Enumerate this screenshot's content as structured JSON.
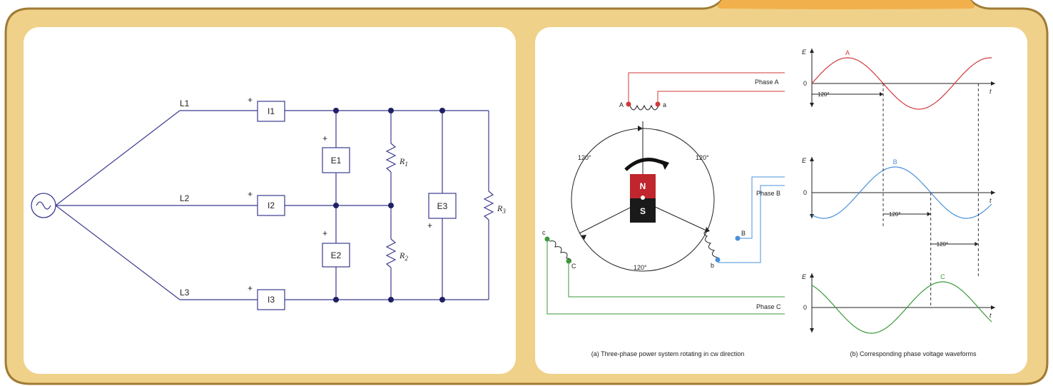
{
  "colors": {
    "frame_fill": "#efd189",
    "frame_stroke": "#a07b34",
    "tab_fill": "#f1b04b",
    "circuit_line": "#3b3b8f",
    "node": "#1f1f66",
    "phase_a": "#d0393a",
    "phase_b": "#4a90d9",
    "phase_c": "#3a9a3a",
    "magnet_north": "#c0262d",
    "magnet_south": "#1a1a1a"
  },
  "left_diagram": {
    "source_icon": "ac-source-icon",
    "lines": [
      "L1",
      "L2",
      "L3"
    ],
    "ammeters": [
      "I1",
      "I2",
      "I3"
    ],
    "voltmeters": [
      "E1",
      "E2",
      "E3"
    ],
    "plus_sign": "+",
    "resistors": [
      {
        "name": "R",
        "sub": "1"
      },
      {
        "name": "R",
        "sub": "2"
      },
      {
        "name": "R",
        "sub": "3"
      }
    ]
  },
  "generator": {
    "phase_labels": [
      "Phase A",
      "Phase B",
      "Phase C"
    ],
    "terminal_labels": {
      "A": "A",
      "a": "a",
      "B": "B",
      "b": "b",
      "C": "C",
      "c": "c"
    },
    "angle_labels": [
      "120°",
      "120°",
      "120°"
    ],
    "magnet": {
      "north": "N",
      "south": "S"
    },
    "caption": "(a) Three-phase power system rotating in cw direction"
  },
  "waveforms": {
    "y_axis_label": "E",
    "x_axis_label": "t",
    "zero_label": "0",
    "phase_shift_label": "120°",
    "series": [
      {
        "name": "A",
        "phase_deg": 0,
        "color_key": "phase_a"
      },
      {
        "name": "B",
        "phase_deg": -120,
        "color_key": "phase_b"
      },
      {
        "name": "C",
        "phase_deg": -240,
        "color_key": "phase_c"
      }
    ],
    "caption": "(b) Corresponding phase voltage waveforms"
  }
}
